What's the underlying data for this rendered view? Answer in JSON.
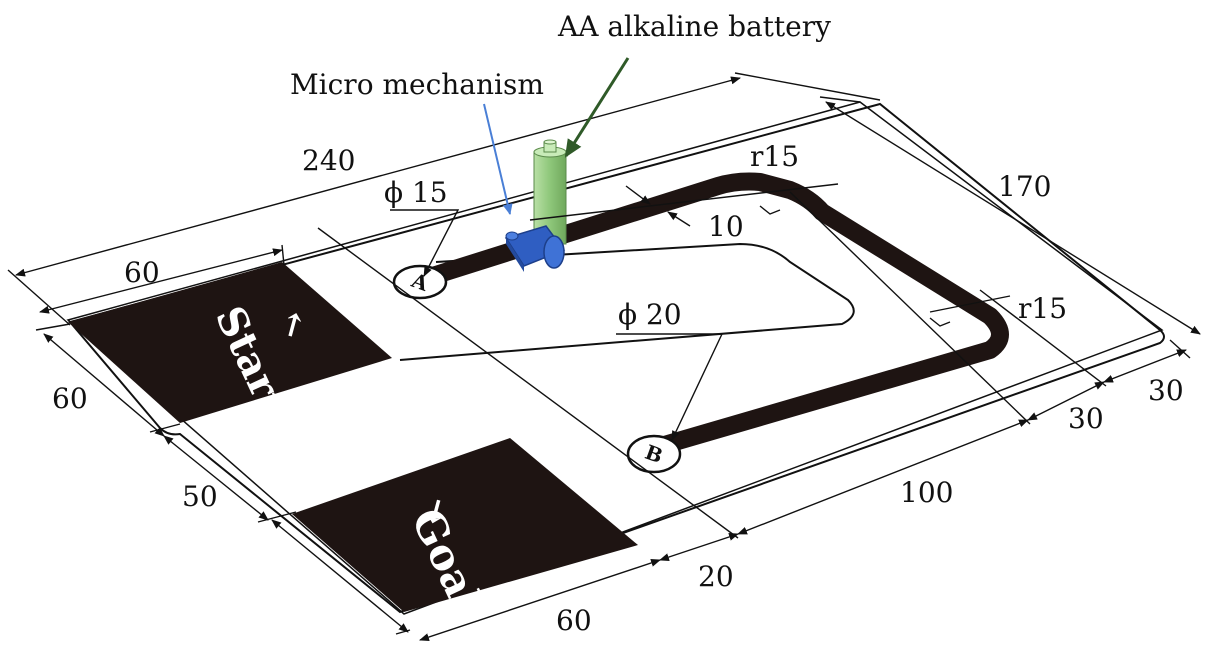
{
  "callouts": {
    "battery": "AA alkaline battery",
    "mechanism": "Micro mechanism"
  },
  "zones": {
    "start": {
      "label": "Start",
      "arrow": "↑"
    },
    "goal": {
      "label": "Goal",
      "arrow": "↓"
    }
  },
  "markers": {
    "a": "A",
    "b": "B"
  },
  "dimensions": {
    "total_length": "240",
    "total_width": "170",
    "start_length": "60",
    "start_width": "60",
    "gap_between_zones": "50",
    "goal_length": "60",
    "goal_offset": "20",
    "track_length": "100",
    "right_margin_1": "30",
    "right_margin_2": "30",
    "corner_radius_top": "r15",
    "corner_radius_right": "r15",
    "line_width": "10",
    "point_a_diameter": "ϕ 15",
    "point_b_diameter": "ϕ 20"
  },
  "colors": {
    "track": "#1e1412",
    "zone_fill": "#1e1412",
    "battery_green": "#9fd08c",
    "mechanism_blue": "#2f5ec2",
    "callout_blue_arrow": "#4a7fd6",
    "callout_green_arrow": "#2f5a28"
  }
}
